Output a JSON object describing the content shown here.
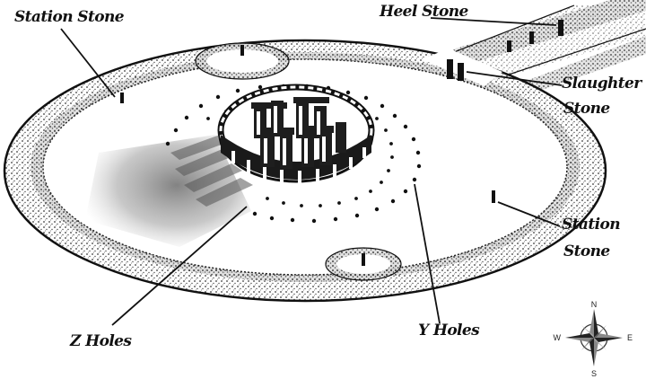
{
  "labels": {
    "station_stone_top": "Station Stone",
    "heel_stone": "Heel Stone",
    "slaughter_line1": "Slaughter",
    "slaughter_line2": "Stone",
    "station_right_line1": "Station",
    "station_right_line2": "Stone",
    "z_holes": "Z Holes",
    "y_holes": "Y Holes"
  },
  "compass": {
    "north": "N",
    "south": "S",
    "east": "E",
    "west": "W"
  },
  "colors": {
    "ink": "#111111",
    "ground": "#ffffff",
    "bank_shade": "#3a3a3a",
    "shadow": "#8a8a8a"
  }
}
